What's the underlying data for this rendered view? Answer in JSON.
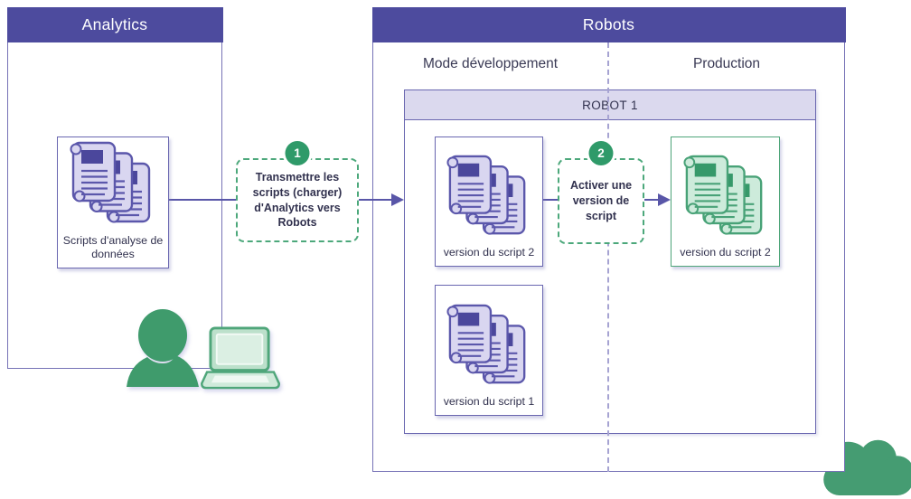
{
  "diagram": {
    "analytics": {
      "title": "Analytics",
      "scripts_box_label": "Scripts d'analyse de données"
    },
    "robots": {
      "title": "Robots",
      "dev_column_label": "Mode développement",
      "prod_column_label": "Production",
      "robot_box_title": "ROBOT 1",
      "dev_versions": [
        {
          "label": "version du script 2"
        },
        {
          "label": "version du script 1"
        }
      ],
      "prod_versions": [
        {
          "label": "version du script 2"
        }
      ]
    },
    "steps": [
      {
        "number": "1",
        "label": "Transmettre les scripts (charger) d'Analytics vers Robots"
      },
      {
        "number": "2",
        "label": "Activer une version de script"
      }
    ],
    "icons": [
      "scripts-icon-purple",
      "scripts-icon-green",
      "person-icon",
      "laptop-icon",
      "cloud-icon",
      "arrow-right-icon"
    ],
    "colors": {
      "header_purple": "#4D4B9E",
      "panel_border_purple": "#7672B6",
      "lavender_fill": "#DBD9EE",
      "icon_purple_paper": "#D9D6F0",
      "icon_purple_ink": "#5B57AB",
      "icon_purple_block": "#4B479C",
      "green_accent": "#2F9A69",
      "icon_green_paper": "#CDEBDB",
      "icon_green_ink": "#48A277",
      "dashed_step_border": "#4CA87B",
      "divider_dash": "#A6A3D2",
      "arrow_purple": "#5956A8",
      "text_dark": "#31314E"
    }
  }
}
